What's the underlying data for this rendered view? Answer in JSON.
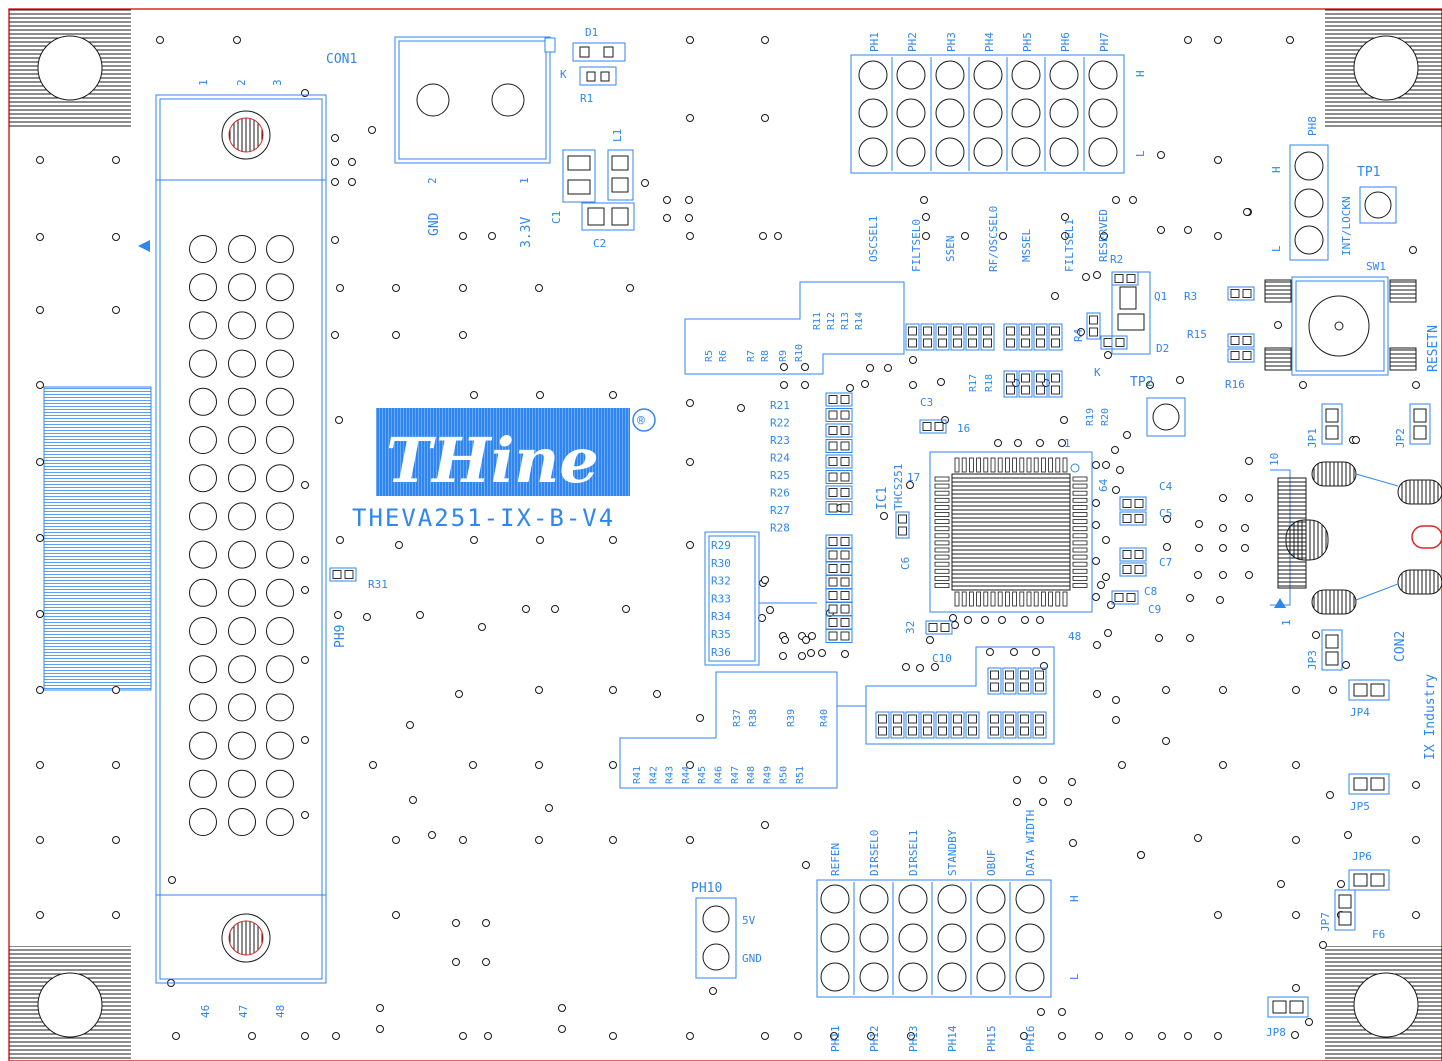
{
  "colors": {
    "silk": "#2f86f0",
    "outline": "#1a1a1a",
    "accent": "#d62828",
    "background": "#ffffff"
  },
  "logo": {
    "brand": "THine",
    "reg_mark": "®",
    "board_name": "THEVA251-IX-B-V4"
  },
  "connectors": {
    "con1": {
      "ref": "CON1",
      "pin1": "1",
      "pin2": "2",
      "net1": "3.3V",
      "net2": "GND"
    },
    "con2": {
      "ref": "CON2",
      "name": "IX Industry",
      "pin1": "1",
      "pin10": "10"
    },
    "ph9": {
      "ref": "PH9",
      "pins_top": [
        "1",
        "2",
        "3"
      ],
      "pins_bottom": [
        "46",
        "47",
        "48"
      ]
    },
    "ph10": {
      "ref": "PH10",
      "nets": [
        "5V",
        "GND"
      ]
    }
  },
  "top_headers": {
    "refs": [
      "PH1",
      "PH2",
      "PH3",
      "PH4",
      "PH5",
      "PH6",
      "PH7"
    ],
    "signals": [
      "OSCSEL1",
      "FILTSEL0",
      "SSEN",
      "RF/OSCSEL0",
      "MSSEL",
      "FILTSEL1",
      "RESERVED"
    ],
    "h": "H",
    "l": "L"
  },
  "bottom_headers": {
    "refs": [
      "PH11",
      "PH12",
      "PH13",
      "PH14",
      "PH15",
      "PH16"
    ],
    "signals": [
      "REFEN",
      "DIRSEL0",
      "DIRSEL1",
      "STANDBY",
      "OBUF",
      "DATA WIDTH"
    ],
    "h": "H",
    "l": "L"
  },
  "ph8": {
    "ref": "PH8",
    "signal": "INT/LOCKN",
    "h": "H",
    "l": "L"
  },
  "misc": {
    "d1": "D1",
    "k1": "K",
    "r1": "R1",
    "l1": "L1",
    "c1": "C1",
    "c2": "C2",
    "r2": "R2",
    "q1": "Q1",
    "r3": "R3",
    "r4": "R4",
    "d2": "D2",
    "k2": "K",
    "r15": "R15",
    "r16": "R16",
    "tp1": "TP1",
    "tp2": "TP2",
    "sw1": "SW1",
    "reset": "RESETN",
    "c3": "C3",
    "c3_num": "16",
    "c6": "C6",
    "c6_num": "17",
    "c10": "C10",
    "pin32": "32",
    "pin48": "48",
    "pin64": "64",
    "pin1": "1",
    "r31": "R31",
    "r17": "R17",
    "r18": "R18",
    "r19": "R19",
    "r20": "R20",
    "ic1": "IC1",
    "ic1_part": "THCS251"
  },
  "r_left": [
    "R5",
    "R6",
    "R7",
    "R8",
    "R9",
    "R10"
  ],
  "r_mid": [
    "R11",
    "R12",
    "R13",
    "R14"
  ],
  "r_column": [
    "R21",
    "R22",
    "R23",
    "R24",
    "R25",
    "R26",
    "R27",
    "R28"
  ],
  "r_box": [
    "R29",
    "R30",
    "R32",
    "R33",
    "R34",
    "R35",
    "R36"
  ],
  "r_lower": [
    "R37",
    "R38",
    "R39",
    "R40"
  ],
  "r_bottom_row": [
    "R41",
    "R42",
    "R43",
    "R44",
    "R45",
    "R46",
    "R47",
    "R48",
    "R49",
    "R50",
    "R51"
  ],
  "caps_right": [
    "C4",
    "C5",
    "C7",
    "C8",
    "C9"
  ],
  "jumpers": [
    "JP1",
    "JP2",
    "JP3",
    "JP4",
    "JP5",
    "JP6",
    "JP7",
    "JP8"
  ],
  "fuse": "F6"
}
